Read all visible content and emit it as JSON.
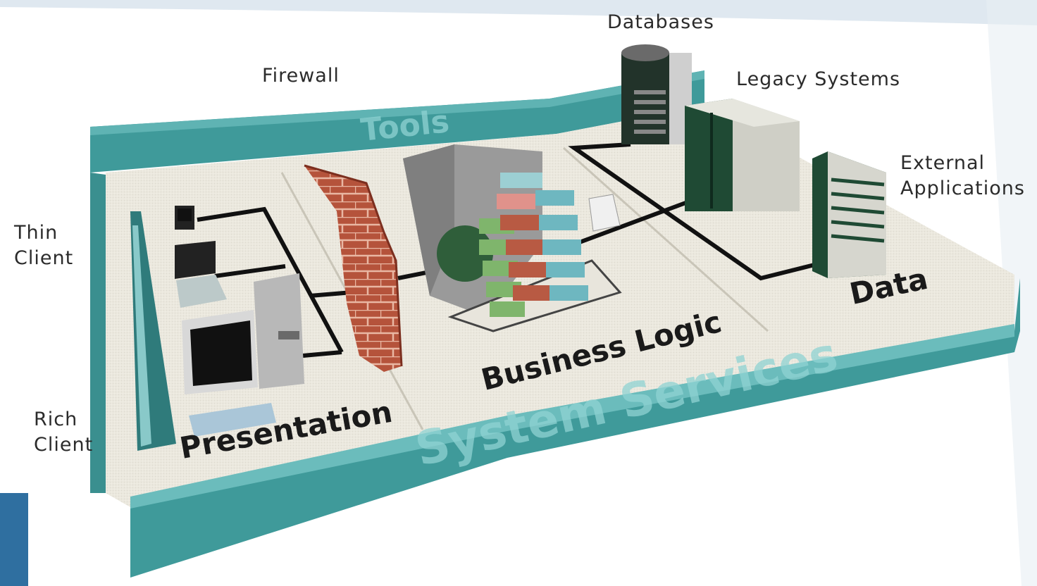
{
  "labels": {
    "databases": "Databases",
    "firewall": "Firewall",
    "legacy_systems": "Legacy Systems",
    "external_applications": [
      "External",
      "Applications"
    ],
    "thin_client": [
      "Thin",
      "Client"
    ],
    "rich_client": [
      "Rich",
      "Client"
    ],
    "tools": "Tools",
    "system_services": "System Services",
    "presentation": "Presentation",
    "business_logic": "Business Logic",
    "data": "Data"
  },
  "colors": {
    "teal_wall": "#3f9a9a",
    "floor": "#ece9df",
    "firewall_brick": "#b5533b",
    "server_dark": "#1f4a34",
    "connector": "#111111"
  },
  "icons": [
    "thin-client-phone-icon",
    "laptop-icon",
    "desktop-computer-icon",
    "firewall-icon",
    "app-server-icon",
    "database-icon",
    "legacy-system-icon",
    "external-application-icon"
  ]
}
